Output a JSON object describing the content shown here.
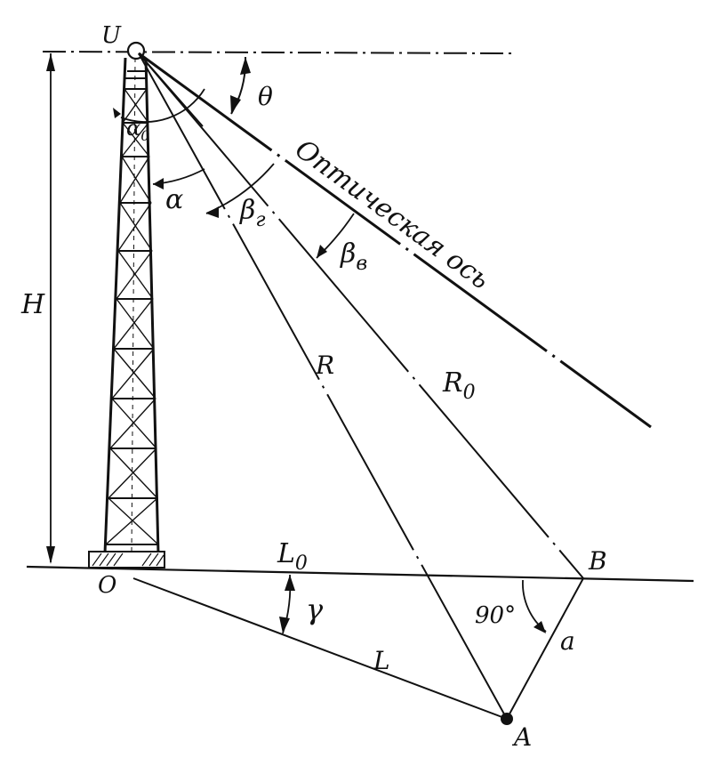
{
  "labels": {
    "top_point": "U",
    "base_point": "O",
    "height": "H",
    "angle_theta": "θ",
    "angle_alpha0": "α",
    "angle_alpha0_sub": "0",
    "angle_alpha": "α",
    "angle_beta_g": "β",
    "angle_beta_g_sub": "г",
    "angle_beta_v": "β",
    "angle_beta_v_sub": "в",
    "optical_axis": "Оптическая ось",
    "distance_r": "R",
    "distance_r0": "R",
    "distance_r0_sub": "0",
    "ground_distance_l0": "L",
    "ground_distance_l0_sub": "0",
    "ground_distance_l": "L",
    "angle_gamma": "γ",
    "right_angle": "90°",
    "offset_a": "a",
    "point_b": "B",
    "point_a": "A"
  }
}
